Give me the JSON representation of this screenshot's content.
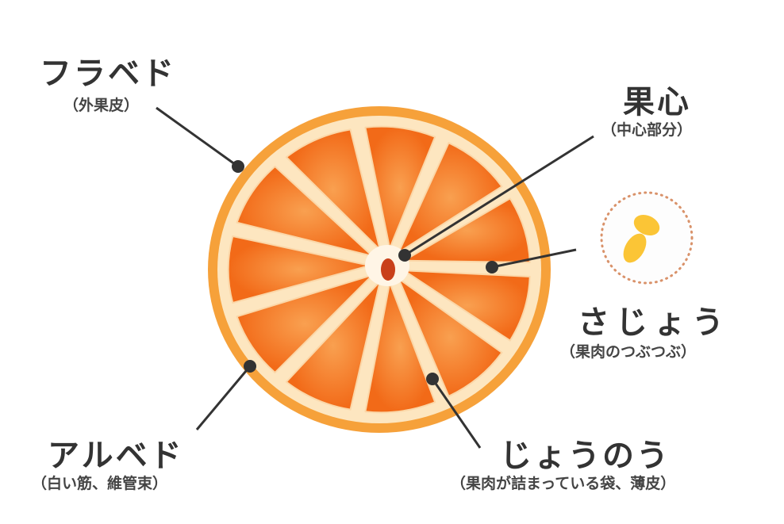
{
  "labels": {
    "flavedo": {
      "title": "フラベド",
      "subtitle": "（外果皮）"
    },
    "core": {
      "title": "果心",
      "subtitle": "（中心部分）"
    },
    "sajou": {
      "title": "さじょう",
      "subtitle": "（果肉のつぶつぶ）"
    },
    "albedo": {
      "title": "アルベド",
      "subtitle": "（白い筋、維管束）"
    },
    "segment": {
      "title": "じょうのう",
      "subtitle": "（果肉が詰まっている袋、薄皮）"
    }
  },
  "colors": {
    "peel": "#f7a53c",
    "flesh": "#f57a22",
    "pith": "#fde9c8",
    "text": "#333333",
    "circle": "#d9926a",
    "pulp": "#fbc536"
  }
}
